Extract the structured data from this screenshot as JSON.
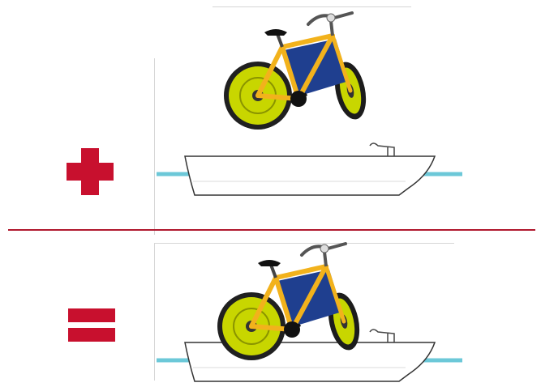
{
  "colors": {
    "accent": "#c8102e",
    "water": "#6cc8d8",
    "frame_yellow": "#f2b21c",
    "panel_blue": "#1f3f8f",
    "wheel_green": "#c8d600"
  },
  "operators": [
    "plus",
    "equals"
  ],
  "illustrations": [
    "bicycle",
    "boat-hull",
    "water-bike"
  ]
}
